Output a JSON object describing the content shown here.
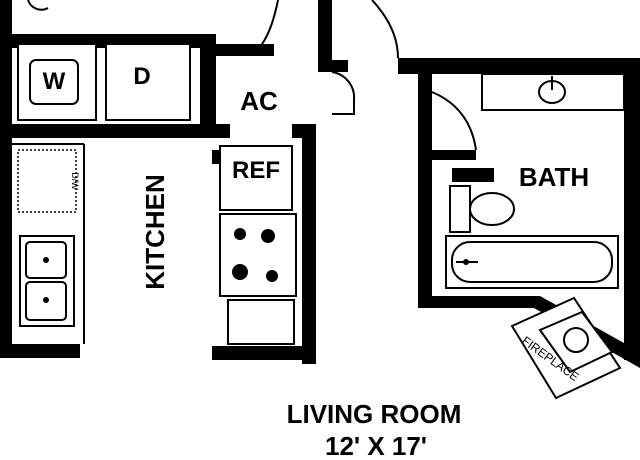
{
  "rooms": {
    "kitchen": "KITCHEN",
    "bath": "BATH",
    "living_room": "LIVING ROOM",
    "living_room_size": "12' X 17'"
  },
  "fixtures": {
    "washer": "W",
    "dryer": "D",
    "ac": "AC",
    "refrigerator": "REF",
    "dishwasher": "D/W",
    "fireplace": "FIREPLACE"
  }
}
